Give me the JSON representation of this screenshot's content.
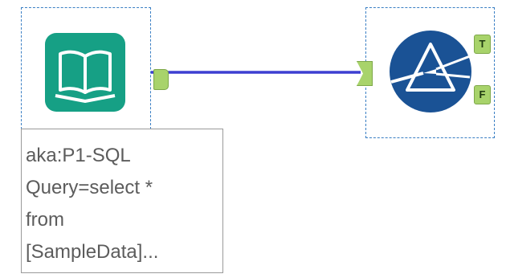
{
  "canvas": {
    "background": "#ffffff",
    "selection_border_color": "#3a7fc4",
    "connection_color": "#3d3fd1"
  },
  "input_tool": {
    "icon": "book-icon",
    "icon_color": "#16a085",
    "anchor_color": "#a8d36b"
  },
  "filter_tool": {
    "icon": "prism-filter-icon",
    "icon_color": "#1a5295",
    "true_anchor_label": "T",
    "false_anchor_label": "F"
  },
  "annotation": {
    "lines": [
      "aka:P1-SQL",
      "Query=select *",
      "from",
      "[SampleData]..."
    ]
  }
}
